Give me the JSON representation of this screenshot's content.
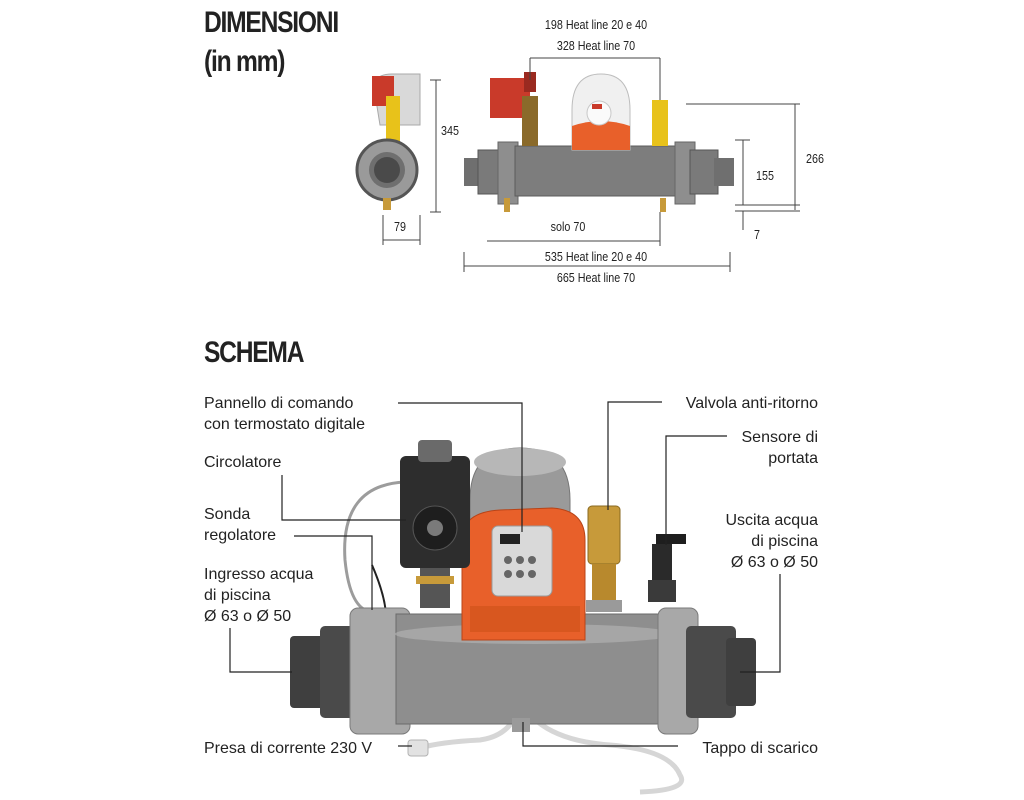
{
  "dimensions": {
    "title_line1": "DIMENSIONI",
    "title_line2": "(in mm)",
    "top_width_1": "198 Heat line 20 e 40",
    "top_width_2": "328 Heat line 70",
    "height_side": "345",
    "depth_side": "79",
    "height_total": "266",
    "height_body": "155",
    "foot_height": "7",
    "solo": "solo 70",
    "length_1": "535 Heat line 20 e 40",
    "length_2": "665 Heat line 70"
  },
  "schema": {
    "title": "SCHEMA",
    "labels": {
      "pannello": "Pannello di comando\ncon termostato digitale",
      "circolatore": "Circolatore",
      "sonda": "Sonda\nregolatore",
      "ingresso": "Ingresso acqua\ndi piscina\nØ 63 o Ø 50",
      "presa": "Presa di corrente 230 V",
      "valvola": "Valvola anti-ritorno",
      "sensore": "Sensore di\nportata",
      "uscita": "Uscita acqua\ndi piscina\nØ 63 o Ø 50",
      "tappo": "Tappo di scarico"
    }
  },
  "colors": {
    "body_gray": "#8e8e8e",
    "orange": "#e8602a",
    "brass": "#c79a3a",
    "yellow": "#e8c21a",
    "red_pump": "#c93a2a"
  }
}
